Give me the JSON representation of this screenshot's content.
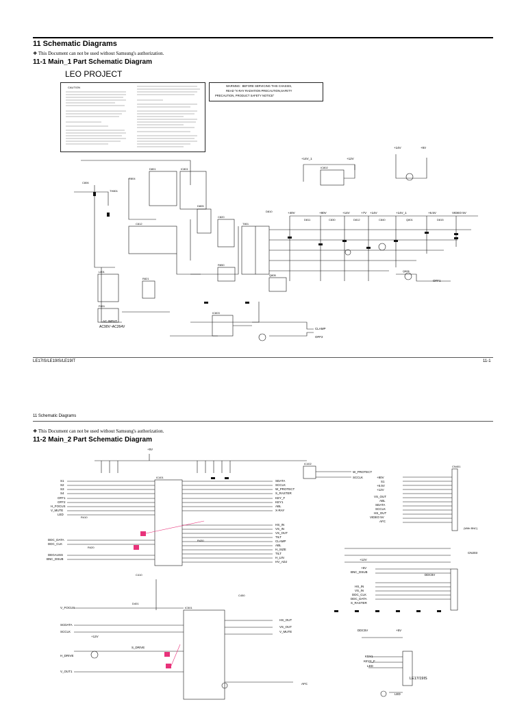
{
  "page1": {
    "section_title": "11 Schematic Diagrams",
    "auth_note": "❖ This Document can not be used without Samsung's authorization.",
    "sub_title": "11-1 Main_1 Part Schematic Diagram",
    "project_title": "LEO PROJECT",
    "warning_lines": [
      "WARNING : BEFORE SERVICING THIS CHASSIS,",
      "READ \"X-RAY RADIATION PRECAUTION,SAFETY",
      "PRECAUTION, PRODUCT SAFETY NOTICE\""
    ],
    "caution_title": "CAUTION",
    "labels_supply": [
      "+14V_1",
      "+12V",
      "+14V",
      "+5V"
    ],
    "labels_rails": [
      "+40V",
      "+80V",
      "+14V",
      "+7V",
      "+14V",
      "+14V_1",
      "+6.5V",
      "VIDEO 5V"
    ],
    "labels_signals": [
      "OFF1",
      "CLAMP",
      "OFF2"
    ],
    "ac_input": "AC INPUT",
    "ac_range": "AC90V~AC264V",
    "footer_left": "LE17IS/LE19IS/LE19IT",
    "footer_right": "11-1"
  },
  "page2": {
    "header": "11 Schematic Diagrams",
    "auth_note": "❖ This Document can not be used without Samsung's authorization.",
    "sub_title": "11-2 Main_2 Part Schematic Diagram",
    "supply": "+5V",
    "left_inputs": [
      "S1",
      "S2",
      "S3",
      "S4",
      "OFF1",
      "OFF2",
      "H_FOCUS",
      "V_MUTE",
      "LED"
    ],
    "left_inputs_b": [
      "DDC_DATA",
      "DDC_CLK",
      "DEGAUSS",
      "BNC_DSUB"
    ],
    "mid_outputs": [
      "SDATA",
      "SCCLK",
      "W_PROTECT",
      "S_RASTER",
      "KEY_F",
      "KEY1",
      "ABL",
      "X-RAY"
    ],
    "mid_outputs_b": [
      "HS_IN",
      "VS_IN",
      "VS_OUT",
      "TILT",
      "CLAMP",
      "ABL",
      "H_SIZE",
      "TILT",
      "H_LIN",
      "HV_ADJ"
    ],
    "right_labels": [
      "W_PROTECT",
      "SCCLK",
      "+80V",
      "S1",
      "+6.5V",
      "+12V",
      "VS_OUT",
      "ABL",
      "SDATA",
      "SCCLK",
      "HS_OUT",
      "VIDEO 5V",
      "AFC"
    ],
    "dsub_label": "(With BNC)",
    "cn_label": "CN203",
    "bnc_left": [
      "+12V",
      "+5V",
      "BNC_DSUB"
    ],
    "ddc_labels": [
      "DDC5V",
      "HS_IN",
      "VS_IN",
      "DDC_CLK",
      "DDC_DATA",
      "S_RASTER"
    ],
    "lower_left": [
      "V_FOCUS",
      "SCDATA",
      "SCCLK",
      "+12V",
      "H_DRIVE",
      "S_DRIVE",
      "V_OUT1"
    ],
    "lower_mid": [
      "HS_OUT",
      "VS_OUT",
      "V_MUTE"
    ],
    "afc": "AFC",
    "key_block": [
      "DDC5V",
      "+5V",
      "KEY1",
      "KEY2_F",
      "LED"
    ],
    "model": "LE17/19IS",
    "led": "LED"
  }
}
